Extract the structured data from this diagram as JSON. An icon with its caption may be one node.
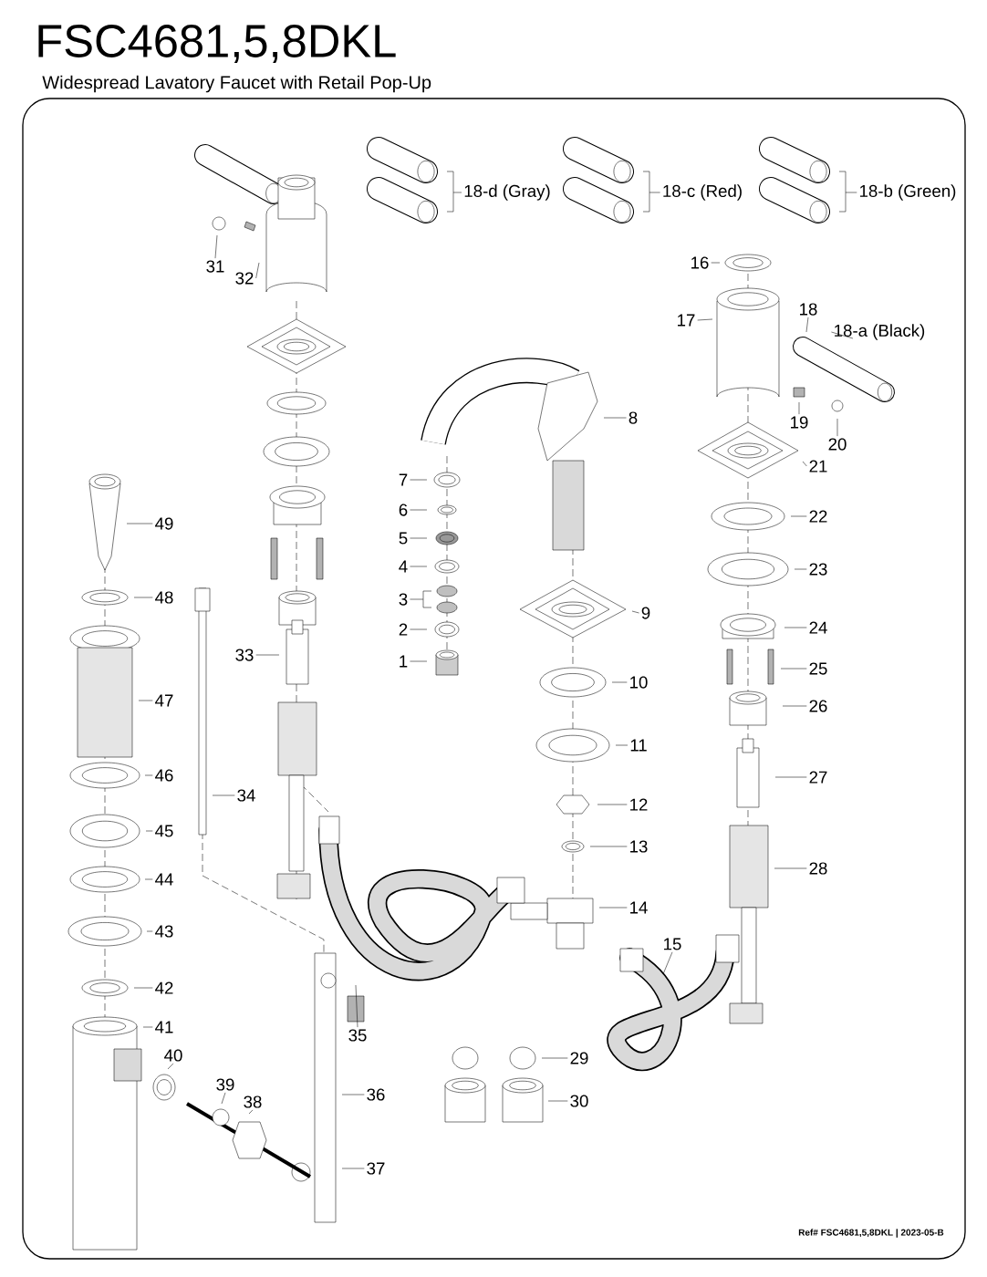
{
  "diagram": {
    "title": "FSC4681,5,8DKL",
    "nodes": [
      {
        "text": [
          "31"
        ]
      },
      {
        "text": [
          "32"
        ]
      },
      {
        "text": [
          "18-d (Gray)"
        ]
      },
      {
        "text": [
          "18-c (Red)"
        ]
      },
      {
        "text": [
          "18-b (Green)"
        ]
      },
      {
        "text": [
          "16"
        ]
      },
      {
        "text": [
          "17"
        ]
      },
      {
        "text": [
          "18"
        ]
      },
      {
        "text": [
          "18-a (Black)"
        ]
      },
      {
        "text": [
          "19"
        ]
      },
      {
        "text": [
          "20"
        ]
      },
      {
        "text": [
          "8"
        ]
      },
      {
        "text": [
          "7"
        ]
      },
      {
        "text": [
          "21"
        ]
      },
      {
        "text": [
          "6"
        ]
      },
      {
        "text": [
          "22"
        ]
      },
      {
        "text": [
          "49"
        ]
      },
      {
        "text": [
          "5"
        ]
      },
      {
        "text": [
          "23"
        ]
      },
      {
        "text": [
          "4"
        ]
      },
      {
        "text": [
          "48"
        ]
      },
      {
        "text": [
          "3"
        ]
      },
      {
        "text": [
          "9"
        ]
      },
      {
        "text": [
          "24"
        ]
      },
      {
        "text": [
          "2"
        ]
      },
      {
        "text": [
          "33"
        ]
      },
      {
        "text": [
          "1"
        ]
      },
      {
        "text": [
          "25"
        ]
      },
      {
        "text": [
          "10"
        ]
      },
      {
        "text": [
          "47"
        ]
      },
      {
        "text": [
          "26"
        ]
      },
      {
        "text": [
          "11"
        ]
      },
      {
        "text": [
          "46"
        ]
      },
      {
        "text": [
          "27"
        ]
      },
      {
        "text": [
          "34"
        ]
      },
      {
        "text": [
          "12"
        ]
      },
      {
        "text": [
          "45"
        ]
      },
      {
        "text": [
          "13"
        ]
      },
      {
        "text": [
          "28"
        ]
      },
      {
        "text": [
          "44"
        ]
      },
      {
        "text": [
          "14"
        ]
      },
      {
        "text": [
          "43"
        ]
      },
      {
        "text": [
          "15"
        ]
      },
      {
        "text": [
          "42"
        ]
      },
      {
        "text": [
          "41"
        ]
      },
      {
        "text": [
          "35"
        ]
      },
      {
        "text": [
          "29"
        ]
      },
      {
        "text": [
          "40"
        ]
      },
      {
        "text": [
          "39"
        ]
      },
      {
        "text": [
          "36"
        ]
      },
      {
        "text": [
          "38"
        ]
      },
      {
        "text": [
          "30"
        ]
      },
      {
        "text": [
          "37"
        ]
      }
    ],
    "edges": [
      {
        "from": 0,
        "to": null,
        "arrow": "none"
      },
      {
        "from": 1,
        "to": null,
        "arrow": "none"
      },
      {
        "from": 2,
        "to": null,
        "arrow": "none"
      },
      {
        "from": 3,
        "to": null,
        "arrow": "none"
      },
      {
        "from": 4,
        "to": null,
        "arrow": "none"
      },
      {
        "from": 5,
        "to": null,
        "arrow": "none"
      },
      {
        "from": 6,
        "to": null,
        "arrow": "none"
      },
      {
        "from": 7,
        "to": null,
        "arrow": "none"
      },
      {
        "from": 8,
        "to": null,
        "arrow": "none"
      },
      {
        "from": 9,
        "to": null,
        "arrow": "none"
      },
      {
        "from": 10,
        "to": null,
        "arrow": "none"
      },
      {
        "from": 11,
        "to": null,
        "arrow": "none"
      },
      {
        "from": 12,
        "to": null,
        "arrow": "none"
      },
      {
        "from": 13,
        "to": null,
        "arrow": "none"
      },
      {
        "from": 14,
        "to": null,
        "arrow": "none"
      },
      {
        "from": 15,
        "to": null,
        "arrow": "none"
      },
      {
        "from": 16,
        "to": null,
        "arrow": "none"
      },
      {
        "from": 17,
        "to": null,
        "arrow": "none"
      },
      {
        "from": 18,
        "to": null,
        "arrow": "none"
      },
      {
        "from": 19,
        "to": null,
        "arrow": "none"
      },
      {
        "from": 20,
        "to": null,
        "arrow": "none"
      },
      {
        "from": 21,
        "to": null,
        "arrow": "none"
      },
      {
        "from": 22,
        "to": null,
        "arrow": "none"
      },
      {
        "from": 23,
        "to": null,
        "arrow": "none"
      },
      {
        "from": 24,
        "to": null,
        "arrow": "none"
      },
      {
        "from": 25,
        "to": null,
        "arrow": "none"
      },
      {
        "from": 26,
        "to": null,
        "arrow": "none"
      },
      {
        "from": 27,
        "to": null,
        "arrow": "none"
      },
      {
        "from": 28,
        "to": null,
        "arrow": "none"
      },
      {
        "from": 29,
        "to": null,
        "arrow": "none"
      },
      {
        "from": 30,
        "to": null,
        "arrow": "none"
      },
      {
        "from": 31,
        "to": null,
        "arrow": "none"
      },
      {
        "from": 32,
        "to": null,
        "arrow": "none"
      },
      {
        "from": 33,
        "to": null,
        "arrow": "none"
      },
      {
        "from": 34,
        "to": null,
        "arrow": "none"
      },
      {
        "from": 35,
        "to": null,
        "arrow": "none"
      },
      {
        "from": 36,
        "to": null,
        "arrow": "none"
      },
      {
        "from": 37,
        "to": null,
        "arrow": "none"
      },
      {
        "from": 38,
        "to": null,
        "arrow": "none"
      },
      {
        "from": 39,
        "to": null,
        "arrow": "none"
      },
      {
        "from": 40,
        "to": null,
        "arrow": "none"
      },
      {
        "from": 41,
        "to": null,
        "arrow": "none"
      },
      {
        "from": 42,
        "to": null,
        "arrow": "none"
      },
      {
        "from": 43,
        "to": null,
        "arrow": "none"
      },
      {
        "from": 44,
        "to": null,
        "arrow": "none"
      },
      {
        "from": 45,
        "to": null,
        "arrow": "none"
      },
      {
        "from": 46,
        "to": null,
        "arrow": "none"
      },
      {
        "from": 47,
        "to": null,
        "arrow": "none"
      },
      {
        "from": 48,
        "to": null,
        "arrow": "none"
      },
      {
        "from": 49,
        "to": null,
        "arrow": "none"
      },
      {
        "from": 50,
        "to": null,
        "arrow": "none"
      },
      {
        "from": 51,
        "to": null,
        "arrow": "none"
      },
      {
        "from": 52,
        "to": null,
        "arrow": "none"
      }
    ],
    "labels": [
      "Widespread Lavatory Faucet with Retail Pop-Up",
      "Ref# FSC4681,5,8DKL | 2023-05-B"
    ]
  }
}
